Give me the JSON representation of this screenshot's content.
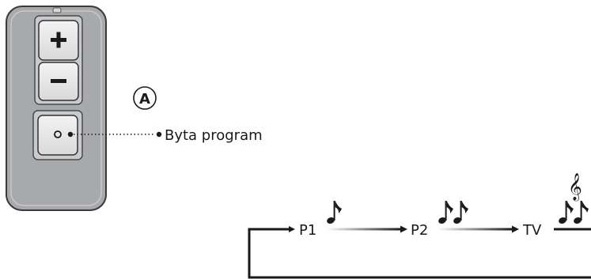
{
  "remote": {
    "buttons": [
      {
        "id": "plus",
        "icon": "plus-icon"
      },
      {
        "id": "minus",
        "icon": "minus-icon"
      },
      {
        "id": "program",
        "icon": "circle-icon"
      }
    ],
    "marker": "A",
    "callout_label": "Byta program"
  },
  "program_cycle": {
    "steps": [
      {
        "label": "P1",
        "icon": "eighth-note-icon"
      },
      {
        "label": "P2",
        "icon": "double-eighth-note-icon"
      },
      {
        "label": "TV",
        "icon": "treble-clef-notes-icon"
      }
    ]
  },
  "colors": {
    "remote_body": "#a7a9ac",
    "remote_border": "#3a3a3a",
    "button_face": "#e6e7e8",
    "line": "#1a1a1a"
  }
}
